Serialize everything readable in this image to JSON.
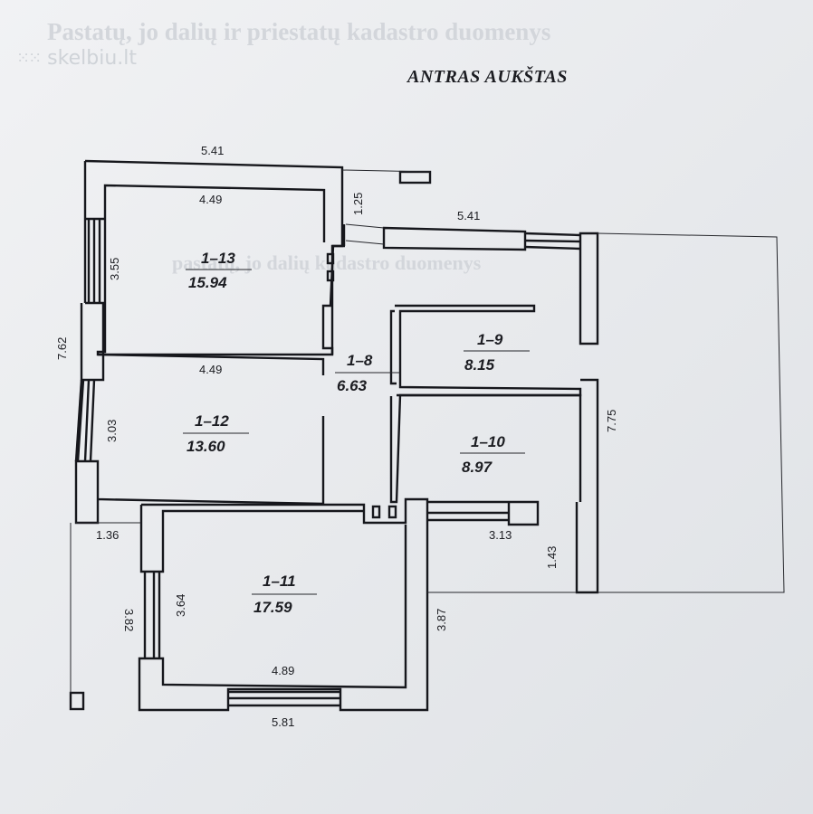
{
  "watermark": {
    "text": "skelbiu.lt"
  },
  "ghost_text": {
    "header": "Pastatų, jo dalių ir priestatų kadastro duomenys",
    "sub": "pastatų, jo dalių kadastro duomenys"
  },
  "title": "ANTRAS AUKŠTAS",
  "rooms": [
    {
      "id": "1–13",
      "area": "15.94"
    },
    {
      "id": "1–12",
      "area": "13.60"
    },
    {
      "id": "1–8",
      "area": "6.63"
    },
    {
      "id": "1–9",
      "area": "8.15"
    },
    {
      "id": "1–10",
      "area": "8.97"
    },
    {
      "id": "1–11",
      "area": "17.59"
    }
  ],
  "dimensions": {
    "top_width": "5.41",
    "room13_width": "4.49",
    "room13_height": "3.55",
    "stair_offset": "1.25",
    "right_block_width": "5.41",
    "left_height": "7.62",
    "room12_width": "4.49",
    "room12_height": "3.03",
    "right_height": "7.75",
    "left_offset": "1.36",
    "balcony_depth": "3.13",
    "balcony_height": "1.43",
    "room11_inner_height": "3.64",
    "room11_outer_height": "3.82",
    "room11_right_height": "3.87",
    "room11_width": "4.89",
    "bottom_width": "5.81"
  }
}
